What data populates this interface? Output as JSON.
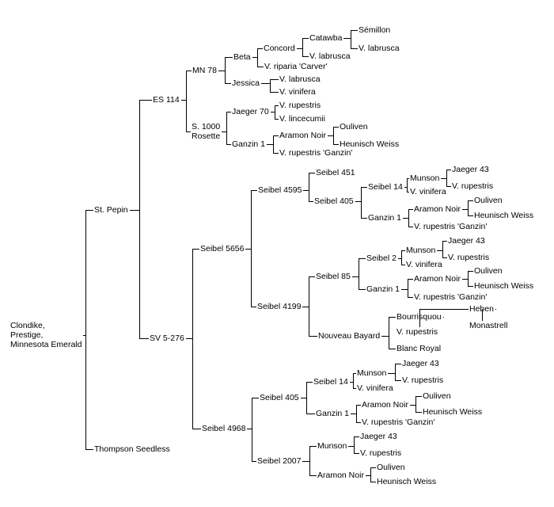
{
  "pedigree": {
    "name": "Clondike,\nPrestige,\nMinnesota Emerald",
    "parents": [
      {
        "name": "St. Pepin",
        "parents": [
          {
            "name": "ES 114",
            "parents": [
              {
                "name": "MN 78",
                "parents": [
                  {
                    "name": "Beta",
                    "parents": [
                      {
                        "name": "Concord",
                        "parents": [
                          {
                            "name": "Catawba",
                            "parents": [
                              {
                                "name": "Sémillon"
                              },
                              {
                                "name": "V. labrusca"
                              }
                            ]
                          },
                          {
                            "name": "V. labrusca"
                          }
                        ]
                      },
                      {
                        "name": "V. riparia 'Carver'"
                      }
                    ]
                  },
                  {
                    "name": "Jessica",
                    "parents": [
                      {
                        "name": "V. labrusca"
                      },
                      {
                        "name": "V. vinifera"
                      }
                    ]
                  }
                ]
              },
              {
                "name": "S. 1000\nRosette",
                "parents": [
                  {
                    "name": "Jaeger 70",
                    "parents": [
                      {
                        "name": "V. rupestris"
                      },
                      {
                        "name": "V. lincecumii"
                      }
                    ]
                  },
                  {
                    "name": "Ganzin 1",
                    "parents": [
                      {
                        "name": "Aramon Noir",
                        "parents": [
                          {
                            "name": "Ouliven"
                          },
                          {
                            "name": "Heunisch Weiss"
                          }
                        ]
                      },
                      {
                        "name": "V. rupestris 'Ganzin'"
                      }
                    ]
                  }
                ]
              }
            ]
          },
          {
            "name": "SV 5-276",
            "parents": [
              {
                "name": "Seibel 5656",
                "parents": [
                  {
                    "name": "Seibel 4595",
                    "parents": [
                      {
                        "name": "Seibel 451"
                      },
                      {
                        "name": "Seibel 405",
                        "parents": [
                          {
                            "name": "Seibel 14",
                            "parents": [
                              {
                                "name": "Munson",
                                "parents": [
                                  {
                                    "name": "Jaeger 43"
                                  },
                                  {
                                    "name": "V. rupestris"
                                  }
                                ]
                              },
                              {
                                "name": "V. vinifera"
                              }
                            ]
                          },
                          {
                            "name": "Ganzin 1",
                            "parents": [
                              {
                                "name": "Aramon Noir",
                                "parents": [
                                  {
                                    "name": "Ouliven"
                                  },
                                  {
                                    "name": "Heunisch Weiss"
                                  }
                                ]
                              },
                              {
                                "name": "V. rupestris 'Ganzin'"
                              }
                            ]
                          }
                        ]
                      }
                    ]
                  },
                  {
                    "name": "Seibel 4199",
                    "parents": [
                      {
                        "name": "Seibel 85",
                        "parents": [
                          {
                            "name": "Seibel 2",
                            "parents": [
                              {
                                "name": "Munson",
                                "parents": [
                                  {
                                    "name": "Jaeger 43"
                                  },
                                  {
                                    "name": "V. rupestris"
                                  }
                                ]
                              },
                              {
                                "name": "V. vinifera"
                              }
                            ]
                          },
                          {
                            "name": "Ganzin 1",
                            "parents": [
                              {
                                "name": "Aramon Noir",
                                "parents": [
                                  {
                                    "name": "Ouliven"
                                  },
                                  {
                                    "name": "Heunisch Weiss"
                                  }
                                ]
                              },
                              {
                                "name": "V. rupestris 'Ganzin'"
                              }
                            ]
                          }
                        ]
                      },
                      {
                        "name": "Nouveau Bayard",
                        "parents": [
                          {
                            "name": "Bourrisquou",
                            "parents": [
                              {
                                "name": "Heben",
                                "parents": [
                                  {
                                    "name": "Monastrell"
                                  }
                                ]
                              },
                              {
                                "name": "V. rupestris"
                              }
                            ]
                          },
                          {
                            "name": "Blanc Royal"
                          }
                        ]
                      }
                    ]
                  }
                ]
              },
              {
                "name": "Seibel 4968",
                "parents": [
                  {
                    "name": "Seibel 405",
                    "parents": [
                      {
                        "name": "Seibel 14",
                        "parents": [
                          {
                            "name": "Munson",
                            "parents": [
                              {
                                "name": "Jaeger 43"
                              },
                              {
                                "name": "V. rupestris"
                              }
                            ]
                          },
                          {
                            "name": "V. vinifera"
                          }
                        ]
                      },
                      {
                        "name": "Ganzin 1",
                        "parents": [
                          {
                            "name": "Aramon Noir",
                            "parents": [
                              {
                                "name": "Ouliven"
                              },
                              {
                                "name": "Heunisch Weiss"
                              }
                            ]
                          },
                          {
                            "name": "V. rupestris 'Ganzin'"
                          }
                        ]
                      }
                    ]
                  },
                  {
                    "name": "Seibel 2007",
                    "parents": [
                      {
                        "name": "Munson",
                        "parents": [
                          {
                            "name": "Jaeger 43"
                          },
                          {
                            "name": "V. rupestris"
                          }
                        ]
                      },
                      {
                        "name": "Aramon Noir",
                        "parents": [
                          {
                            "name": "Ouliven"
                          },
                          {
                            "name": "Heunisch Weiss"
                          }
                        ]
                      }
                    ]
                  }
                ]
              }
            ]
          }
        ]
      },
      {
        "name": "Thompson Seedless"
      }
    ]
  }
}
